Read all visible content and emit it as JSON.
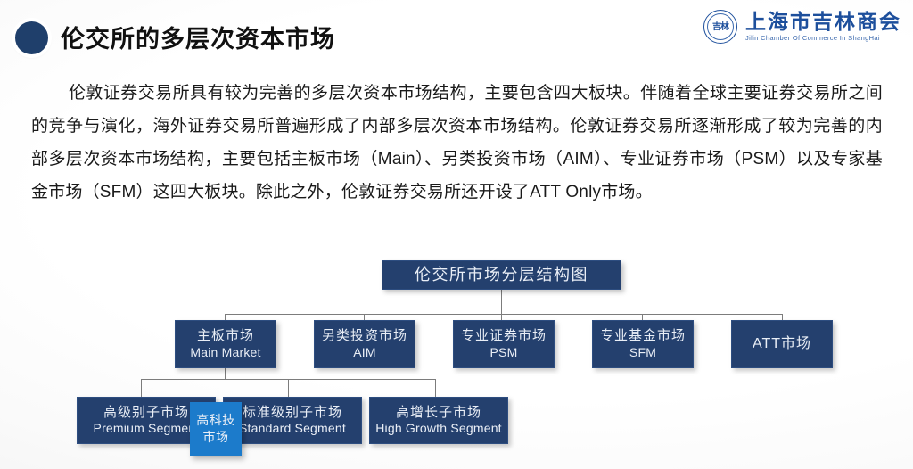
{
  "header": {
    "title": "伦交所的多层次资本市场",
    "bullet_icon": "filled-circle-icon"
  },
  "logo": {
    "seal_text": "吉林",
    "name_cn": "上海市吉林商会",
    "name_en": "Jilin Chamber Of Commerce In ShangHai",
    "color": "#1d4f9c"
  },
  "body": {
    "paragraph": "伦敦证券交易所具有较为完善的多层次资本市场结构，主要包含四大板块。伴随着全球主要证券交易所之间的竞争与演化，海外证券交易所普遍形成了内部多层次资本市场结构。伦敦证券交易所逐渐形成了较为完善的内部多层次资本市场结构，主要包括主板市场（Main）、另类投资市场（AIM）、专业证券市场（PSM）以及专家基金市场（SFM）这四大板块。除此之外，伦敦证券交易所还开设了ATT Only市场。"
  },
  "diagram": {
    "type": "tree",
    "colors": {
      "node_fill": "#24406e",
      "highlight_fill": "#1c7bcb",
      "connector": "#7c7c7c",
      "node_text": "#e9eef6"
    },
    "root": {
      "cn": "伦交所市场分层结构图",
      "en": ""
    },
    "level2": [
      {
        "cn": "主板市场",
        "en": "Main Market"
      },
      {
        "cn": "另类投资市场",
        "en": "AIM"
      },
      {
        "cn": "专业证券市场",
        "en": "PSM"
      },
      {
        "cn": "专业基金市场",
        "en": "SFM"
      },
      {
        "cn": "ATT市场",
        "en": ""
      }
    ],
    "level3": [
      {
        "cn": "高级别子市场",
        "en": "Premium Segment"
      },
      {
        "cn": "标准级别子市场",
        "en": "Standard Segment"
      },
      {
        "cn": "高增长子市场",
        "en": "High Growth Segment"
      }
    ],
    "highlight": {
      "cn": "高科技市场",
      "en": ""
    }
  }
}
